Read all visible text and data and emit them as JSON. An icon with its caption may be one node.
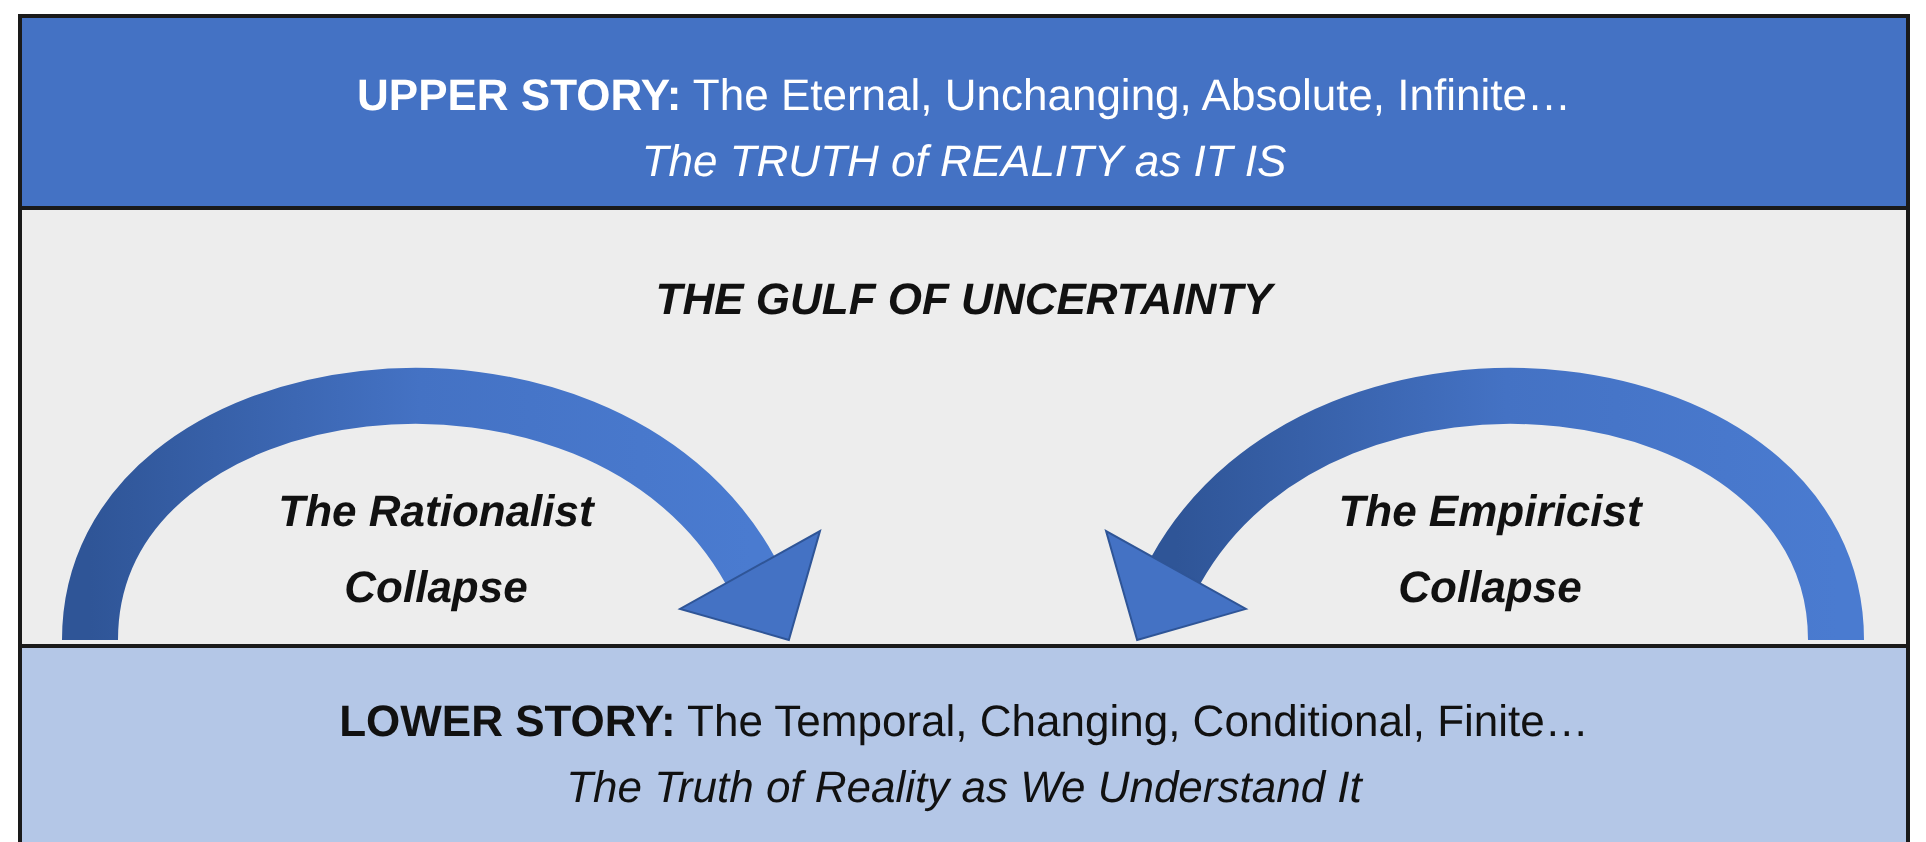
{
  "diagram": {
    "nodes": [
      {
        "text": [
          "**UPPER STORY:** The Eternal, Unchanging, Absolute, Infinite…",
          "The TRUTH of REALITY as IT IS"
        ]
      },
      {
        "text": [
          "THE GULF OF UNCERTAINTY"
        ]
      },
      {
        "text": [
          "**LOWER STORY:** The Temporal, Changing, Conditional, Finite…",
          "The Truth of Reality as We Understand It"
        ]
      }
    ],
    "edges": [
      {
        "from": null,
        "to": 2,
        "arrow": "to",
        "label": "The Rationalist Collapse"
      },
      {
        "from": null,
        "to": 2,
        "arrow": "to",
        "label": "The Empiricist Collapse"
      }
    ]
  }
}
